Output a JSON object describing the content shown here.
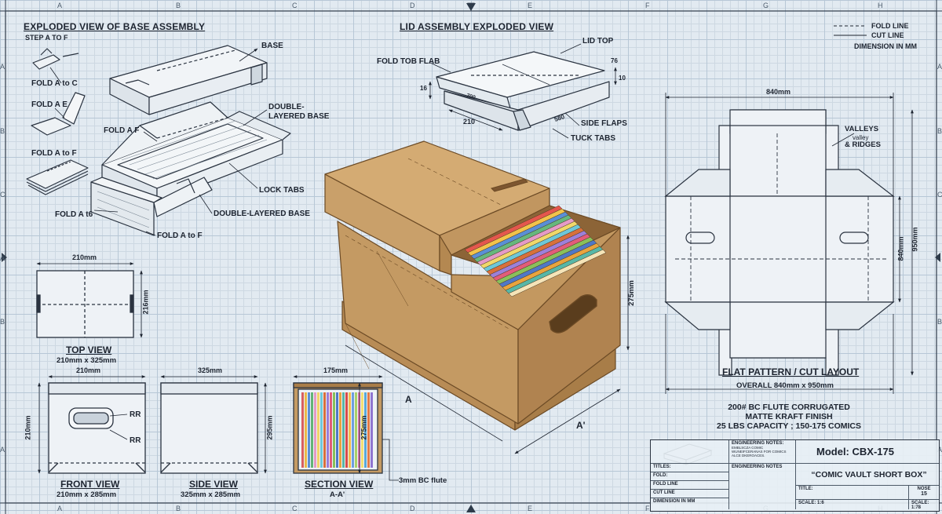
{
  "grid_refs": {
    "columns": [
      "A",
      "B",
      "C",
      "D",
      "E",
      "F",
      "G",
      "H"
    ],
    "rows": [
      "A",
      "B",
      "C",
      "A",
      "B",
      "A"
    ]
  },
  "legend": {
    "fold_line": "FOLD LINE",
    "cut_line": "CUT LINE",
    "dimension": "DIMENSION IN MM"
  },
  "exploded_base": {
    "title": "EXPLODED VIEW OF BASE ASSEMBLY",
    "subtitle": "STEP A TO F",
    "steps": [
      "FOLD A to C",
      "FOLD A E",
      "FOLD A to F"
    ],
    "labels": {
      "base": "BASE",
      "double_layered_base": "DOUBLE-LAYERED BASE",
      "fold_a_f": "FOLD A F",
      "lock_tabs": "LOCK TABS",
      "double_layered_base_2": "DOUBLE-LAYERED BASE",
      "fold_a_t6": "FOLD A t6",
      "fold_a_to_f": "FOLD A to F"
    }
  },
  "lid_assembly": {
    "title": "LID ASSEMBLY EXPLODED VIEW",
    "labels": {
      "lid_top": "LID TOP",
      "fold_flab": "FOLD TOB FLAB",
      "side_flaps": "SIDE FLAPS",
      "tuck_tabs": "TUCK TABS"
    },
    "dims": {
      "d76": "76",
      "d10": "10",
      "d16": "16",
      "d210": "210",
      "d580": "580",
      "d700": "700"
    }
  },
  "top_view": {
    "title": "TOP VIEW",
    "size": "210mm x 325mm",
    "width_dim": "210mm",
    "height_dim": "216mm"
  },
  "front_view": {
    "title": "FRONT VIEW",
    "size": "210mm x 285mm",
    "width_dim": "210mm",
    "height_dim": "210mm",
    "rr1": "RR",
    "rr2": "RR"
  },
  "side_view": {
    "title": "SIDE VIEW",
    "size": "325mm x 285mm",
    "width_dim": "325mm",
    "height_dim": "295mm"
  },
  "section_view": {
    "title": "SECTION VIEW",
    "subtitle": "A-A'",
    "width_dim": "175mm",
    "height_dim": "275mm",
    "flute_note": "3mm BC flute"
  },
  "main_render": {
    "height_dim": "275mm",
    "section_a": "A",
    "section_a2": "A'"
  },
  "flat_pattern": {
    "width_dim": "840mm",
    "height_dim_inner": "840mm",
    "height_dim_outer": "950mm",
    "valleys": "VALLEYS",
    "valley": "valley",
    "ridges": "& RIDGES",
    "title": "FLAT PATTERN / CUT LAYOUT",
    "overall": "OVERALL 840mm x 950mm"
  },
  "specs": [
    "200# BC FLUTE CORRUGATED",
    "MATTE KRAFT FINISH",
    "25 LBS CAPACITY ; 150-175 COMICS"
  ],
  "title_block": {
    "notes_title": "ENGINEERING NOTES:",
    "notes_body": "EMBLSCZA COMIC WUNEIFCERANAS FOR COMICS ALCE DKEROACES.",
    "notes_title2": "ENGINEERING NOTES",
    "model": "Model: CBX-175",
    "name": "“COMIC VAULT SHORT BOX”",
    "rows": [
      "TITLES:",
      "FOLD:",
      "FOLD LINE",
      "CUT LINE",
      "DIMENSION IN MM"
    ],
    "title_label": "TITLE:",
    "nose_label": "NOSE",
    "nose_value": "15",
    "scale1": "SCALE: 1:6",
    "scale2": "SCALE: 1:78"
  },
  "colors": {
    "kraft": "#c49a63",
    "kraft_dark": "#a97d48",
    "kraft_light": "#d8b27d",
    "ink": "#1d2430",
    "paper": "#e2eaf1"
  }
}
